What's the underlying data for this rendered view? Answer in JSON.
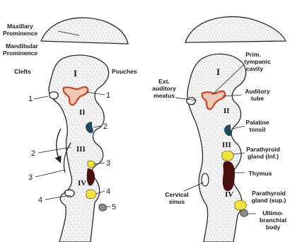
{
  "left_panel": {
    "labels": {
      "maxillary": [
        "Maxillary",
        "Prominence"
      ],
      "mandibular": [
        "Mandibular",
        "Prominence"
      ],
      "clefts": "Clefts",
      "pouches": "Pouches"
    },
    "arches": [
      "I",
      "II",
      "III",
      "IV"
    ],
    "cleft_numbers": [
      "1",
      "2",
      "3",
      "4"
    ],
    "pouch_numbers": [
      "1",
      "2",
      "3",
      "4",
      "5"
    ]
  },
  "right_panel": {
    "arches": [
      "I",
      "II",
      "III",
      "IV"
    ],
    "labels": {
      "prim_tympanic": [
        "Prim.",
        "tympanic",
        "cavity"
      ],
      "ext_auditory": [
        "Ext.",
        "auditory",
        "meatus"
      ],
      "auditory_tube": [
        "Auditory",
        "tube"
      ],
      "palatine_tonsil": [
        "Palatine",
        "tonsil"
      ],
      "parathyroid_inf": [
        "Parathyroid",
        "gland (inf.)"
      ],
      "thymus": "Thymus",
      "cervical_sinus": [
        "Cervical",
        "sinus"
      ],
      "parathyroid_sup": [
        "Parathyroid",
        "gland (sup.)"
      ],
      "ultimobranchial": [
        "Ultimo-",
        "branchial",
        "body"
      ]
    }
  },
  "colors": {
    "pouch1": "#c5502e",
    "pouch2": "#1f4a5a",
    "parathyroid": "#f2e23a",
    "thymus": "#4a1010",
    "ultimobranchial": "#8a8a8a",
    "outline": "#2a2a2a"
  }
}
